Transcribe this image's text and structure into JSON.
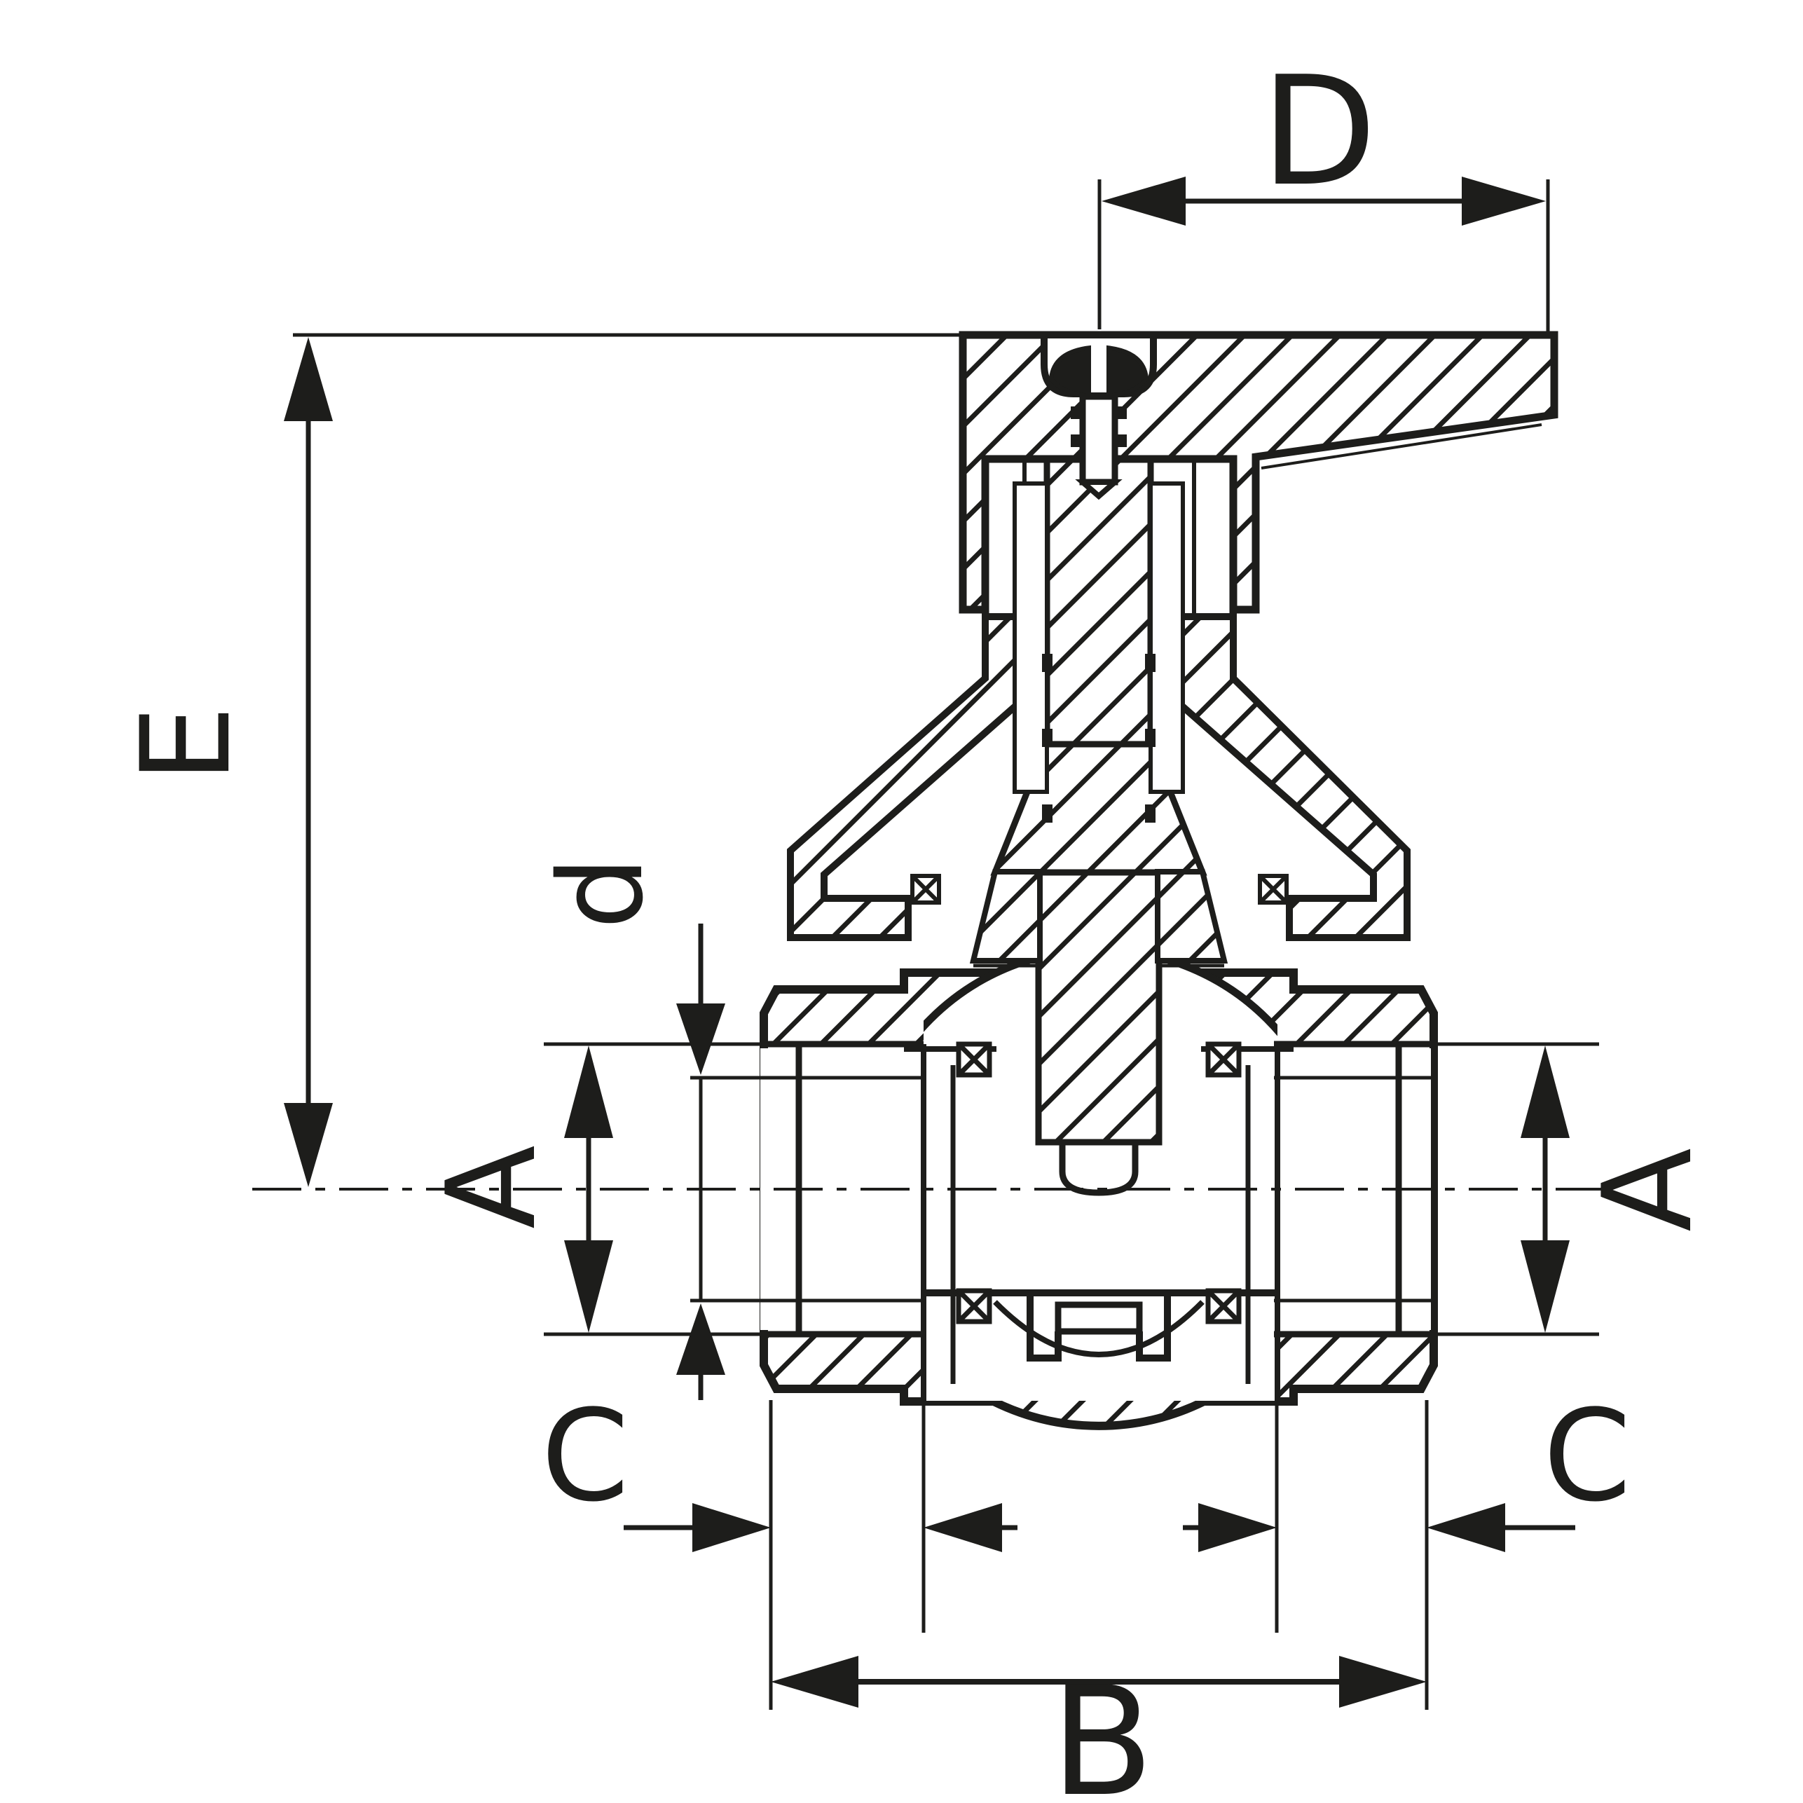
{
  "drawing": {
    "ink": "#1d1d1b",
    "background": "#ffffff",
    "description_labels": {
      "e": "E",
      "d_top": "D",
      "d_bore": "d",
      "a_left": "A",
      "a_right": "A",
      "c_left": "C",
      "c_right": "C",
      "b": "B"
    }
  }
}
